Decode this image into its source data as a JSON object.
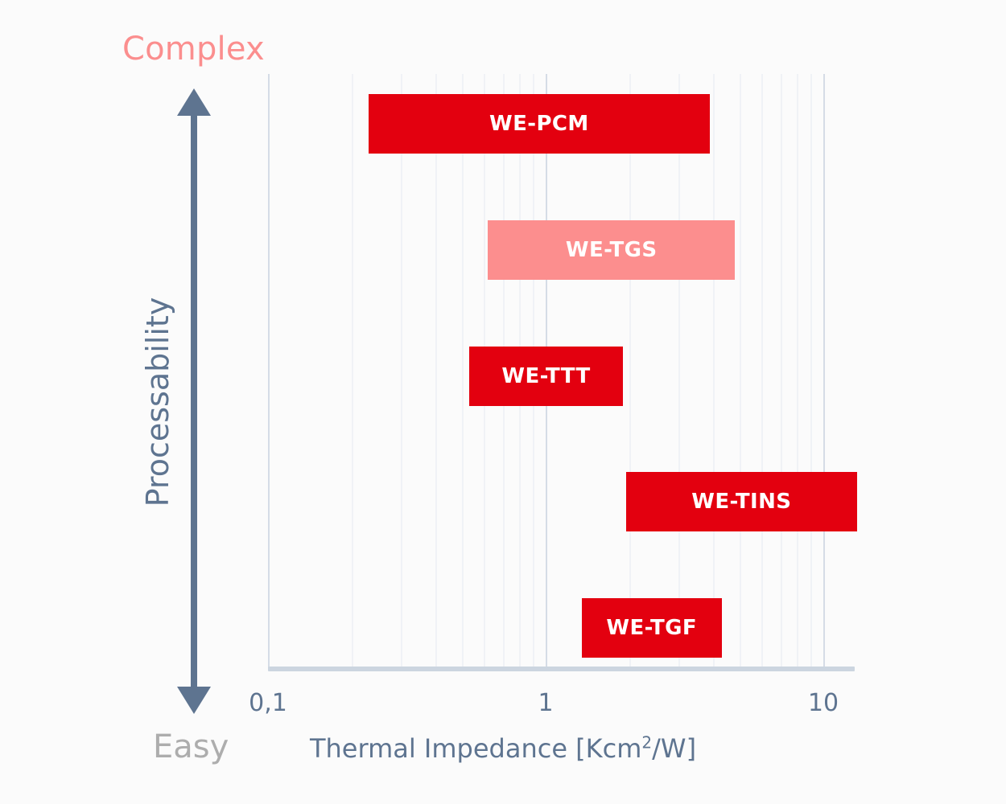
{
  "chart_data": {
    "type": "bar",
    "orientation": "horizontal",
    "title": "",
    "xlabel": "Thermal Impedance [Kcm2/W]",
    "xlabel_prefix": "Thermal Impedance [Kcm",
    "xlabel_superscript": "2",
    "xlabel_suffix": "/W]",
    "ylabel": "Processability",
    "xscale": "log",
    "xlim": [
      0.1,
      13.7
    ],
    "x_ticks": [
      {
        "value": 0.1,
        "label": "0,1"
      },
      {
        "value": 1,
        "label": "1"
      },
      {
        "value": 10,
        "label": "10"
      }
    ],
    "y_axis_top_label": "Complex",
    "y_axis_bottom_label": "Easy",
    "grid": true,
    "grid_minor": true,
    "legend": "none",
    "categories": [
      "WE-PCM",
      "WE-TGS",
      "WE-TTT",
      "WE-TINS",
      "WE-TGF"
    ],
    "bars": [
      {
        "label": "WE-PCM",
        "x_min": 0.23,
        "x_max": 3.9,
        "color": "#E3000F",
        "text_color": "#FFFFFF",
        "row": 1
      },
      {
        "label": "WE-TGS",
        "x_min": 0.62,
        "x_max": 4.8,
        "color": "#FC8E8E",
        "text_color": "#FFFFFF",
        "row": 2
      },
      {
        "label": "WE-TTT",
        "x_min": 0.53,
        "x_max": 1.9,
        "color": "#E3000F",
        "text_color": "#FFFFFF",
        "row": 3
      },
      {
        "label": "WE-TINS",
        "x_min": 1.95,
        "x_max": 13.2,
        "color": "#E3000F",
        "text_color": "#FFFFFF",
        "row": 4
      },
      {
        "label": "WE-TGF",
        "x_min": 1.35,
        "x_max": 4.3,
        "color": "#E3000F",
        "text_color": "#FFFFFF",
        "row": 5
      }
    ],
    "minor_gridline_values": [
      0.2,
      0.3,
      0.4,
      0.5,
      0.6,
      0.7,
      0.8,
      0.9,
      2,
      3,
      4,
      5,
      6,
      7,
      8,
      9
    ],
    "major_gridline_values": [
      0.1,
      1,
      10
    ],
    "colors": {
      "bar_primary": "#E3000F",
      "bar_secondary": "#FC8E8E",
      "axis_text": "#5E7490",
      "arrow": "#5E7490",
      "complex_label": "#FB8E8E",
      "easy_label": "#ADADAD",
      "gridline_minor": "#F0F2F6",
      "gridline_major": "#D5DCE6",
      "background": "#FBFBFB"
    }
  }
}
